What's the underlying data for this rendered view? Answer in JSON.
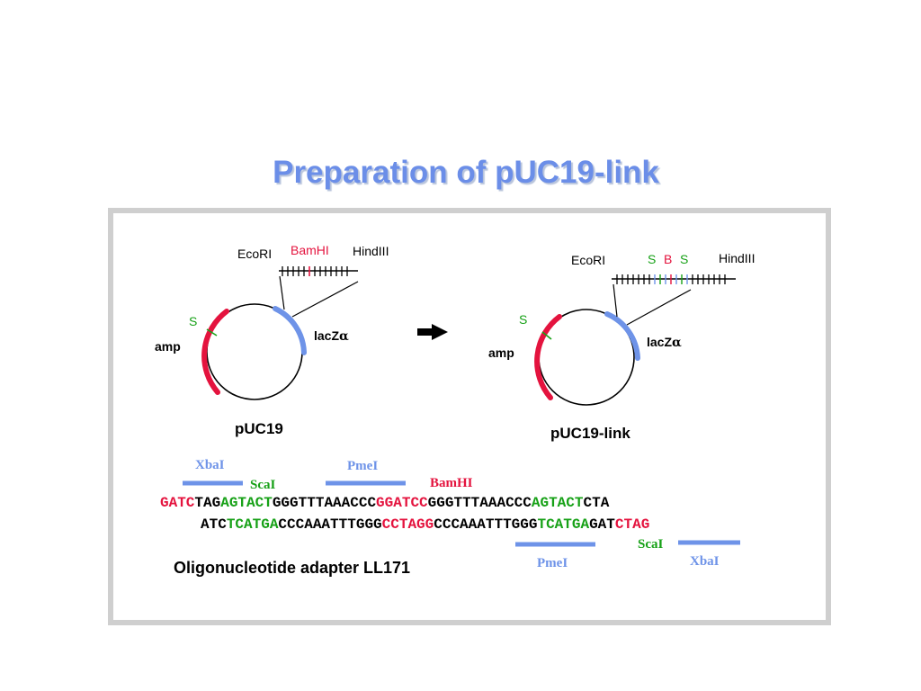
{
  "title": "Preparation of pUC19-link",
  "colors": {
    "title": "#6b8ee8",
    "blue": "#6e93e8",
    "red": "#e4133e",
    "green": "#17a117",
    "frame": "#cfcfcf"
  },
  "left_plasmid": {
    "name": "pUC19",
    "marker_amp": "amp",
    "marker_lacz": "lacZ",
    "alpha": "α",
    "site_s": "S",
    "site_ecori": "EcoRI",
    "site_bamhi": "BamHI",
    "site_hindiii": "HindIII"
  },
  "right_plasmid": {
    "name": "pUC19-link",
    "marker_amp": "amp",
    "marker_lacz": "lacZ",
    "alpha": "α",
    "site_s": "S",
    "site_ecori": "EcoRI",
    "site_hindiii": "HindIII",
    "mcs_s1": "S",
    "mcs_b": "B",
    "mcs_s2": "S"
  },
  "adapter": {
    "name": "Oligonucleotide adapter LL171",
    "top_enzymes": {
      "xbai": "XbaI",
      "scai": "ScaI",
      "pmei": "PmeI",
      "bamhi": "BamHI"
    },
    "bottom_enzymes": {
      "pmei": "PmeI",
      "scai": "ScaI",
      "xbai": "XbaI"
    },
    "top_strand": [
      {
        "text": "GATC",
        "color": "red"
      },
      {
        "text": "TAG",
        "color": "black"
      },
      {
        "text": "AGTACT",
        "color": "green"
      },
      {
        "text": "GGGTTTAAACCC",
        "color": "black"
      },
      {
        "text": "GGATCC",
        "color": "red"
      },
      {
        "text": "GGGTTTAAACCC",
        "color": "black"
      },
      {
        "text": "AGTACT",
        "color": "green"
      },
      {
        "text": "CTA",
        "color": "black"
      }
    ],
    "bottom_strand": [
      {
        "text": "ATC",
        "color": "black"
      },
      {
        "text": "TCATGA",
        "color": "green"
      },
      {
        "text": "CCCAAATTTGGG",
        "color": "black"
      },
      {
        "text": "CCTAGG",
        "color": "red"
      },
      {
        "text": "CCCAAATTTGGG",
        "color": "black"
      },
      {
        "text": "TCATGA",
        "color": "green"
      },
      {
        "text": "GAT",
        "color": "black"
      },
      {
        "text": "CTAG",
        "color": "red"
      }
    ]
  }
}
